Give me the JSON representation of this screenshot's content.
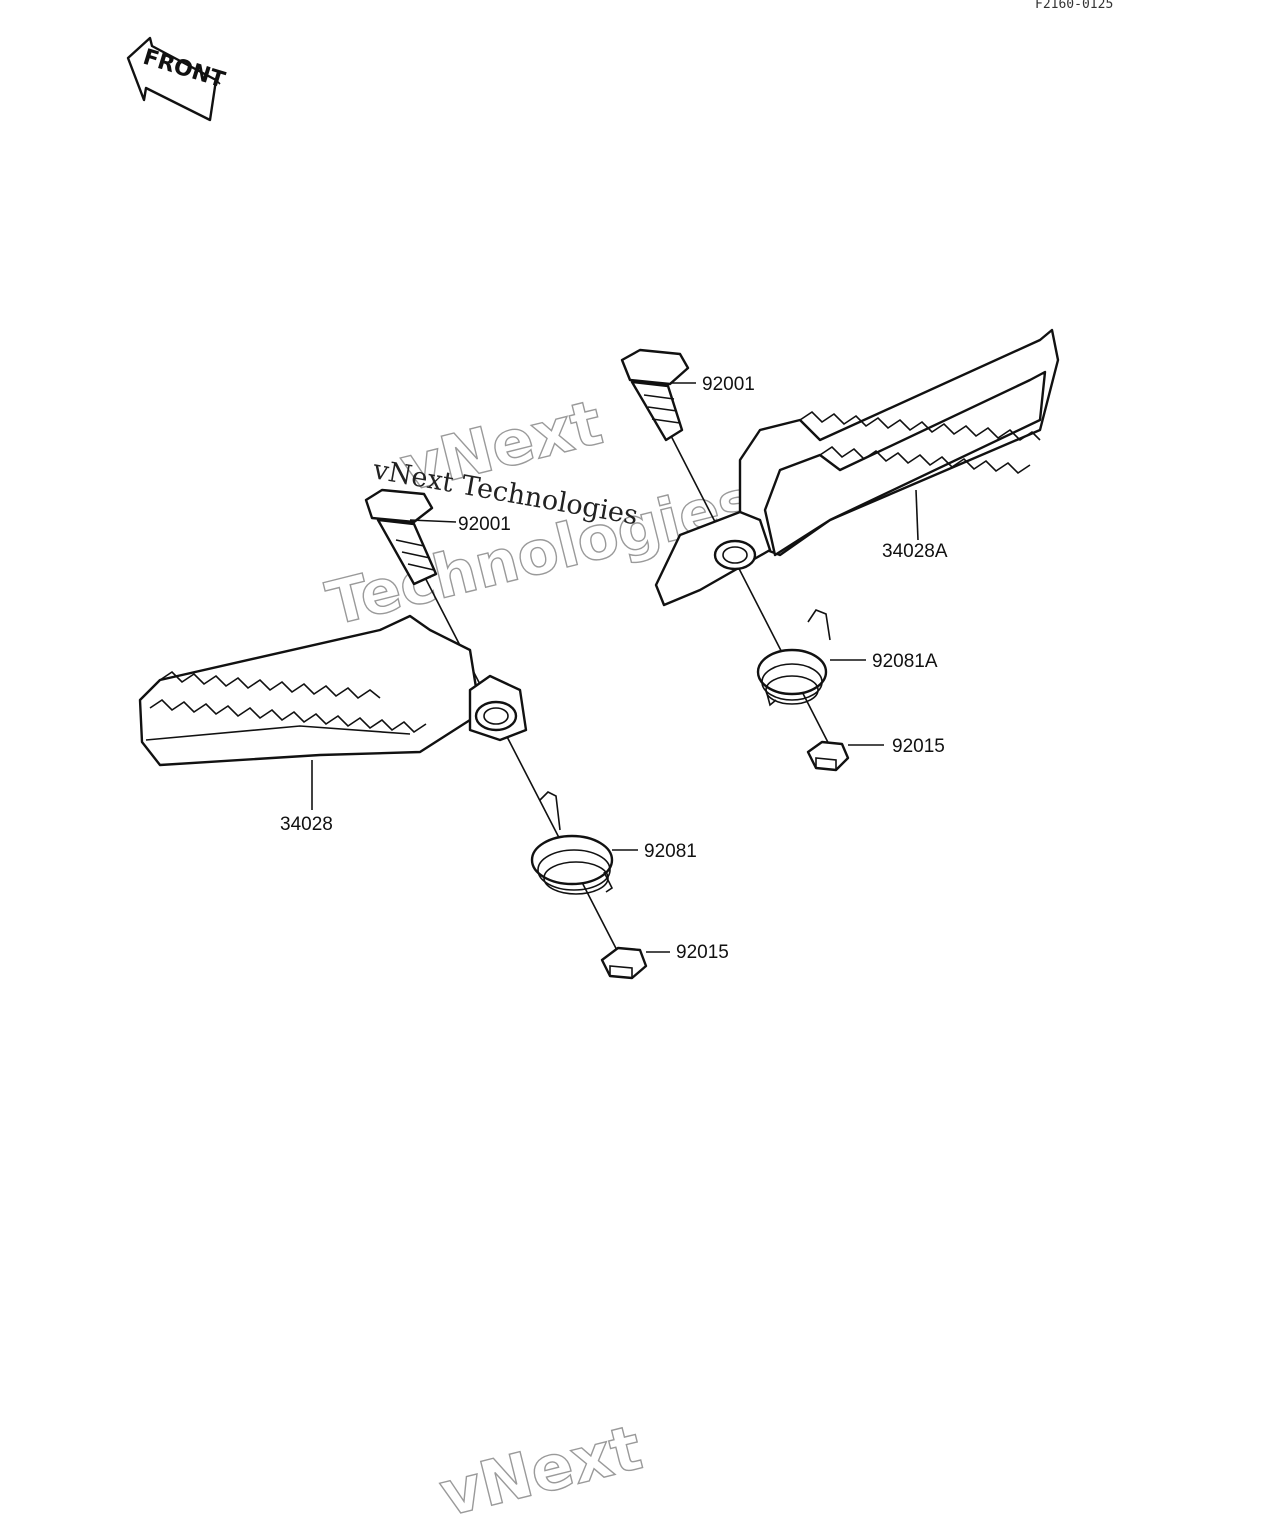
{
  "drawing_ref": "F2160-0125",
  "direction_label": "FRONT",
  "watermark": {
    "brand": "vNext",
    "company": "Technologies",
    "full": "vNext Technologies"
  },
  "callouts": [
    {
      "id": "bolt-right",
      "text": "92001"
    },
    {
      "id": "bolt-left",
      "text": "92001"
    },
    {
      "id": "footpeg-right",
      "text": "34028A"
    },
    {
      "id": "footpeg-left",
      "text": "34028"
    },
    {
      "id": "spring-right",
      "text": "92081A"
    },
    {
      "id": "spring-left",
      "text": "92081"
    },
    {
      "id": "nut-right",
      "text": "92015"
    },
    {
      "id": "nut-left",
      "text": "92015"
    }
  ]
}
